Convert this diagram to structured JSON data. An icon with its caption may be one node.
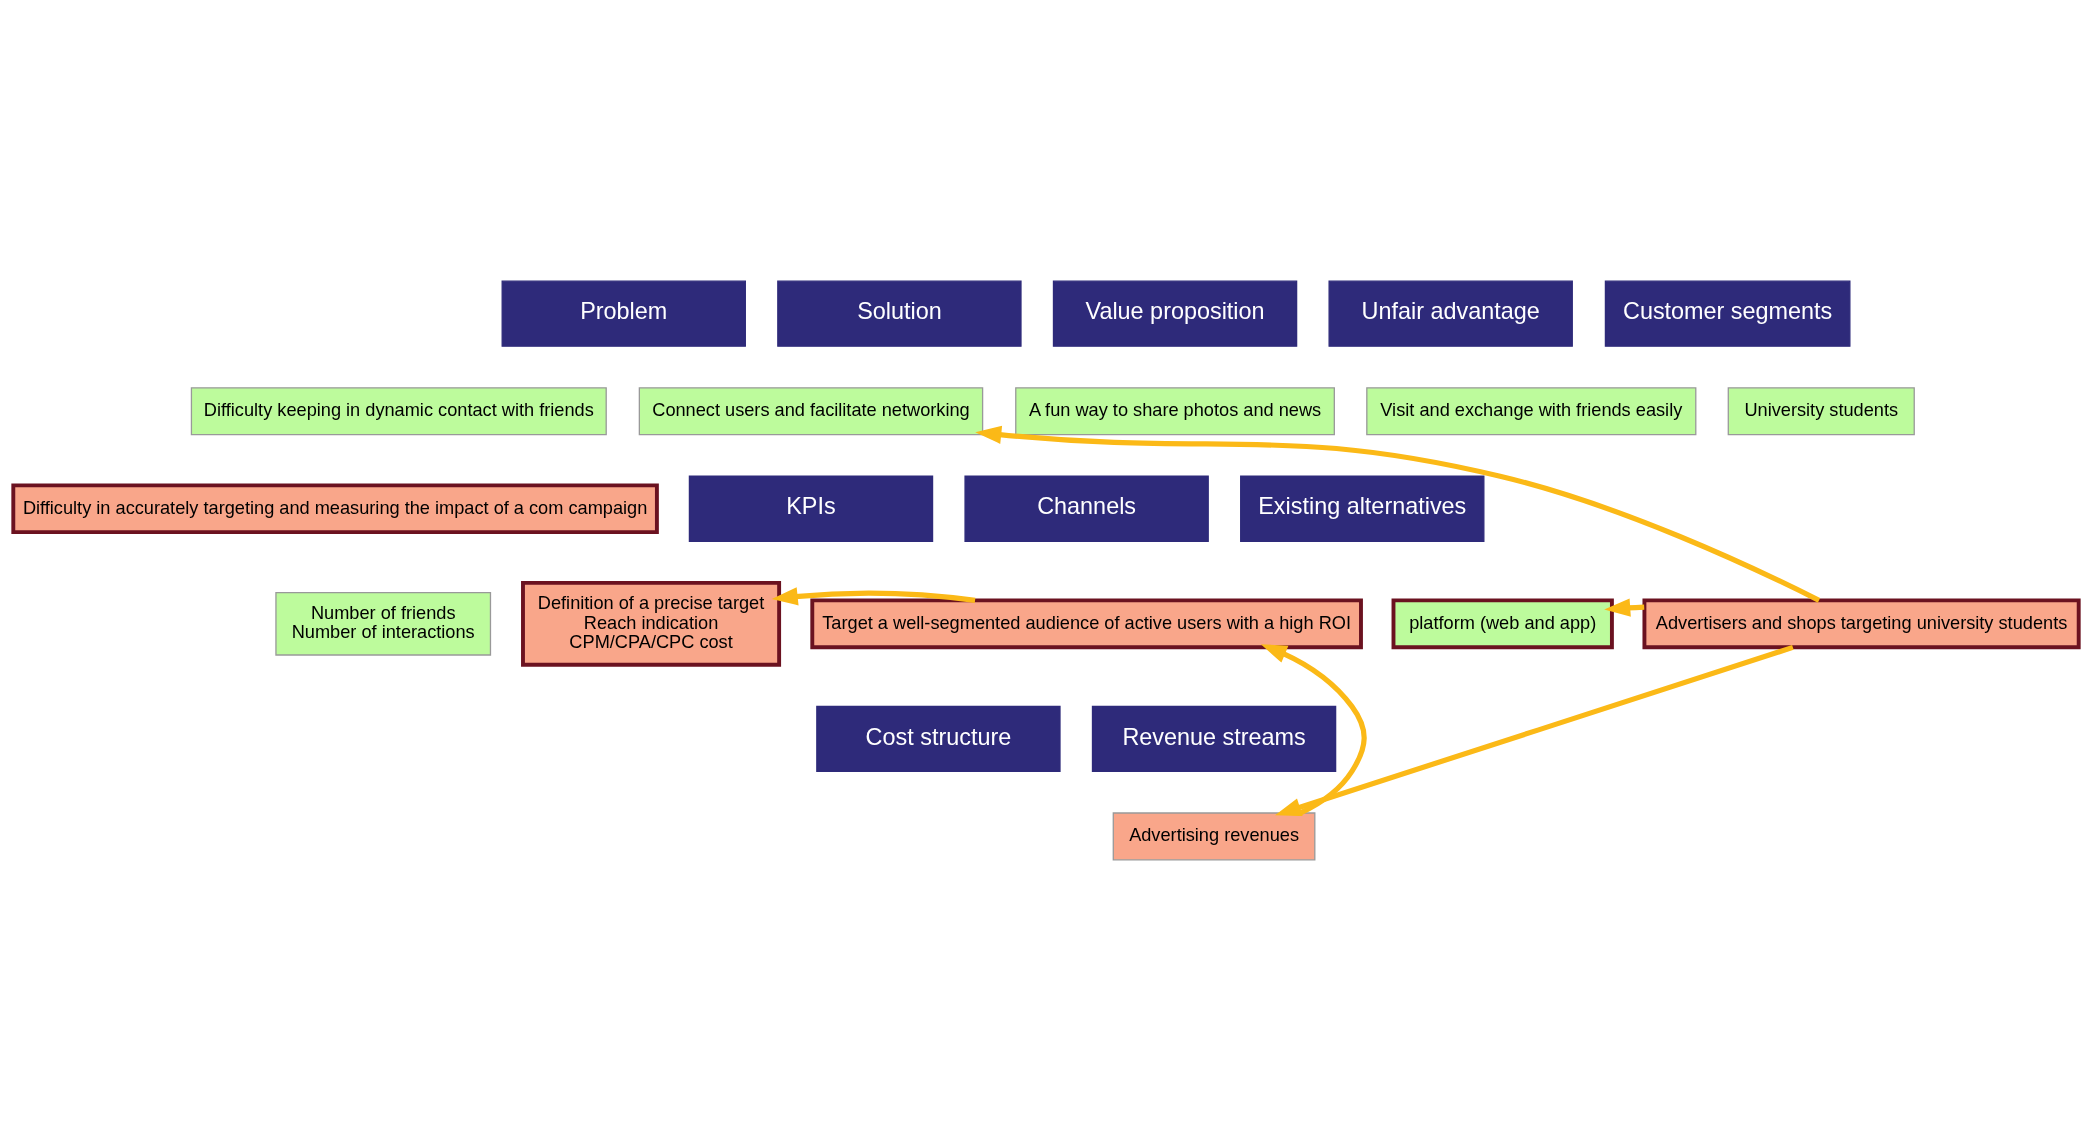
{
  "diagram": {
    "nodes": [
      {
        "text": [
          "Problem"
        ]
      },
      {
        "text": [
          "Solution"
        ]
      },
      {
        "text": [
          "Value proposition"
        ]
      },
      {
        "text": [
          "Unfair advantage"
        ]
      },
      {
        "text": [
          "Customer segments"
        ]
      },
      {
        "text": [
          "Difficulty keeping in dynamic contact with friends"
        ]
      },
      {
        "text": [
          "Connect users and facilitate networking"
        ]
      },
      {
        "text": [
          "A fun way to share photos and news"
        ]
      },
      {
        "text": [
          "Visit and exchange with friends easily"
        ]
      },
      {
        "text": [
          "University students"
        ]
      },
      {
        "text": [
          "Difficulty in accurately targeting and measuring the impact of a com campaign"
        ]
      },
      {
        "text": [
          "KPIs"
        ]
      },
      {
        "text": [
          "Channels"
        ]
      },
      {
        "text": [
          "Existing alternatives"
        ]
      },
      {
        "text": [
          "Number of friends",
          "Number of interactions"
        ]
      },
      {
        "text": [
          "Definition of a precise target",
          "Reach indication",
          "CPM/CPA/CPC cost"
        ]
      },
      {
        "text": [
          "Target a well-segmented audience of active users with a high ROI"
        ]
      },
      {
        "text": [
          "platform (web and app)"
        ]
      },
      {
        "text": [
          "Advertisers and shops targeting university students"
        ]
      },
      {
        "text": [
          "Cost structure"
        ]
      },
      {
        "text": [
          "Revenue streams"
        ]
      },
      {
        "text": [
          "Advertising revenues"
        ]
      }
    ],
    "edges": [
      {
        "from": 18,
        "to": 6,
        "arrow": "to"
      },
      {
        "from": 18,
        "to": 17,
        "arrow": "to"
      },
      {
        "from": 18,
        "to": 21,
        "arrow": "to"
      },
      {
        "from": 21,
        "to": 16,
        "arrow": "to"
      },
      {
        "from": 16,
        "to": 15,
        "arrow": "to"
      }
    ]
  }
}
